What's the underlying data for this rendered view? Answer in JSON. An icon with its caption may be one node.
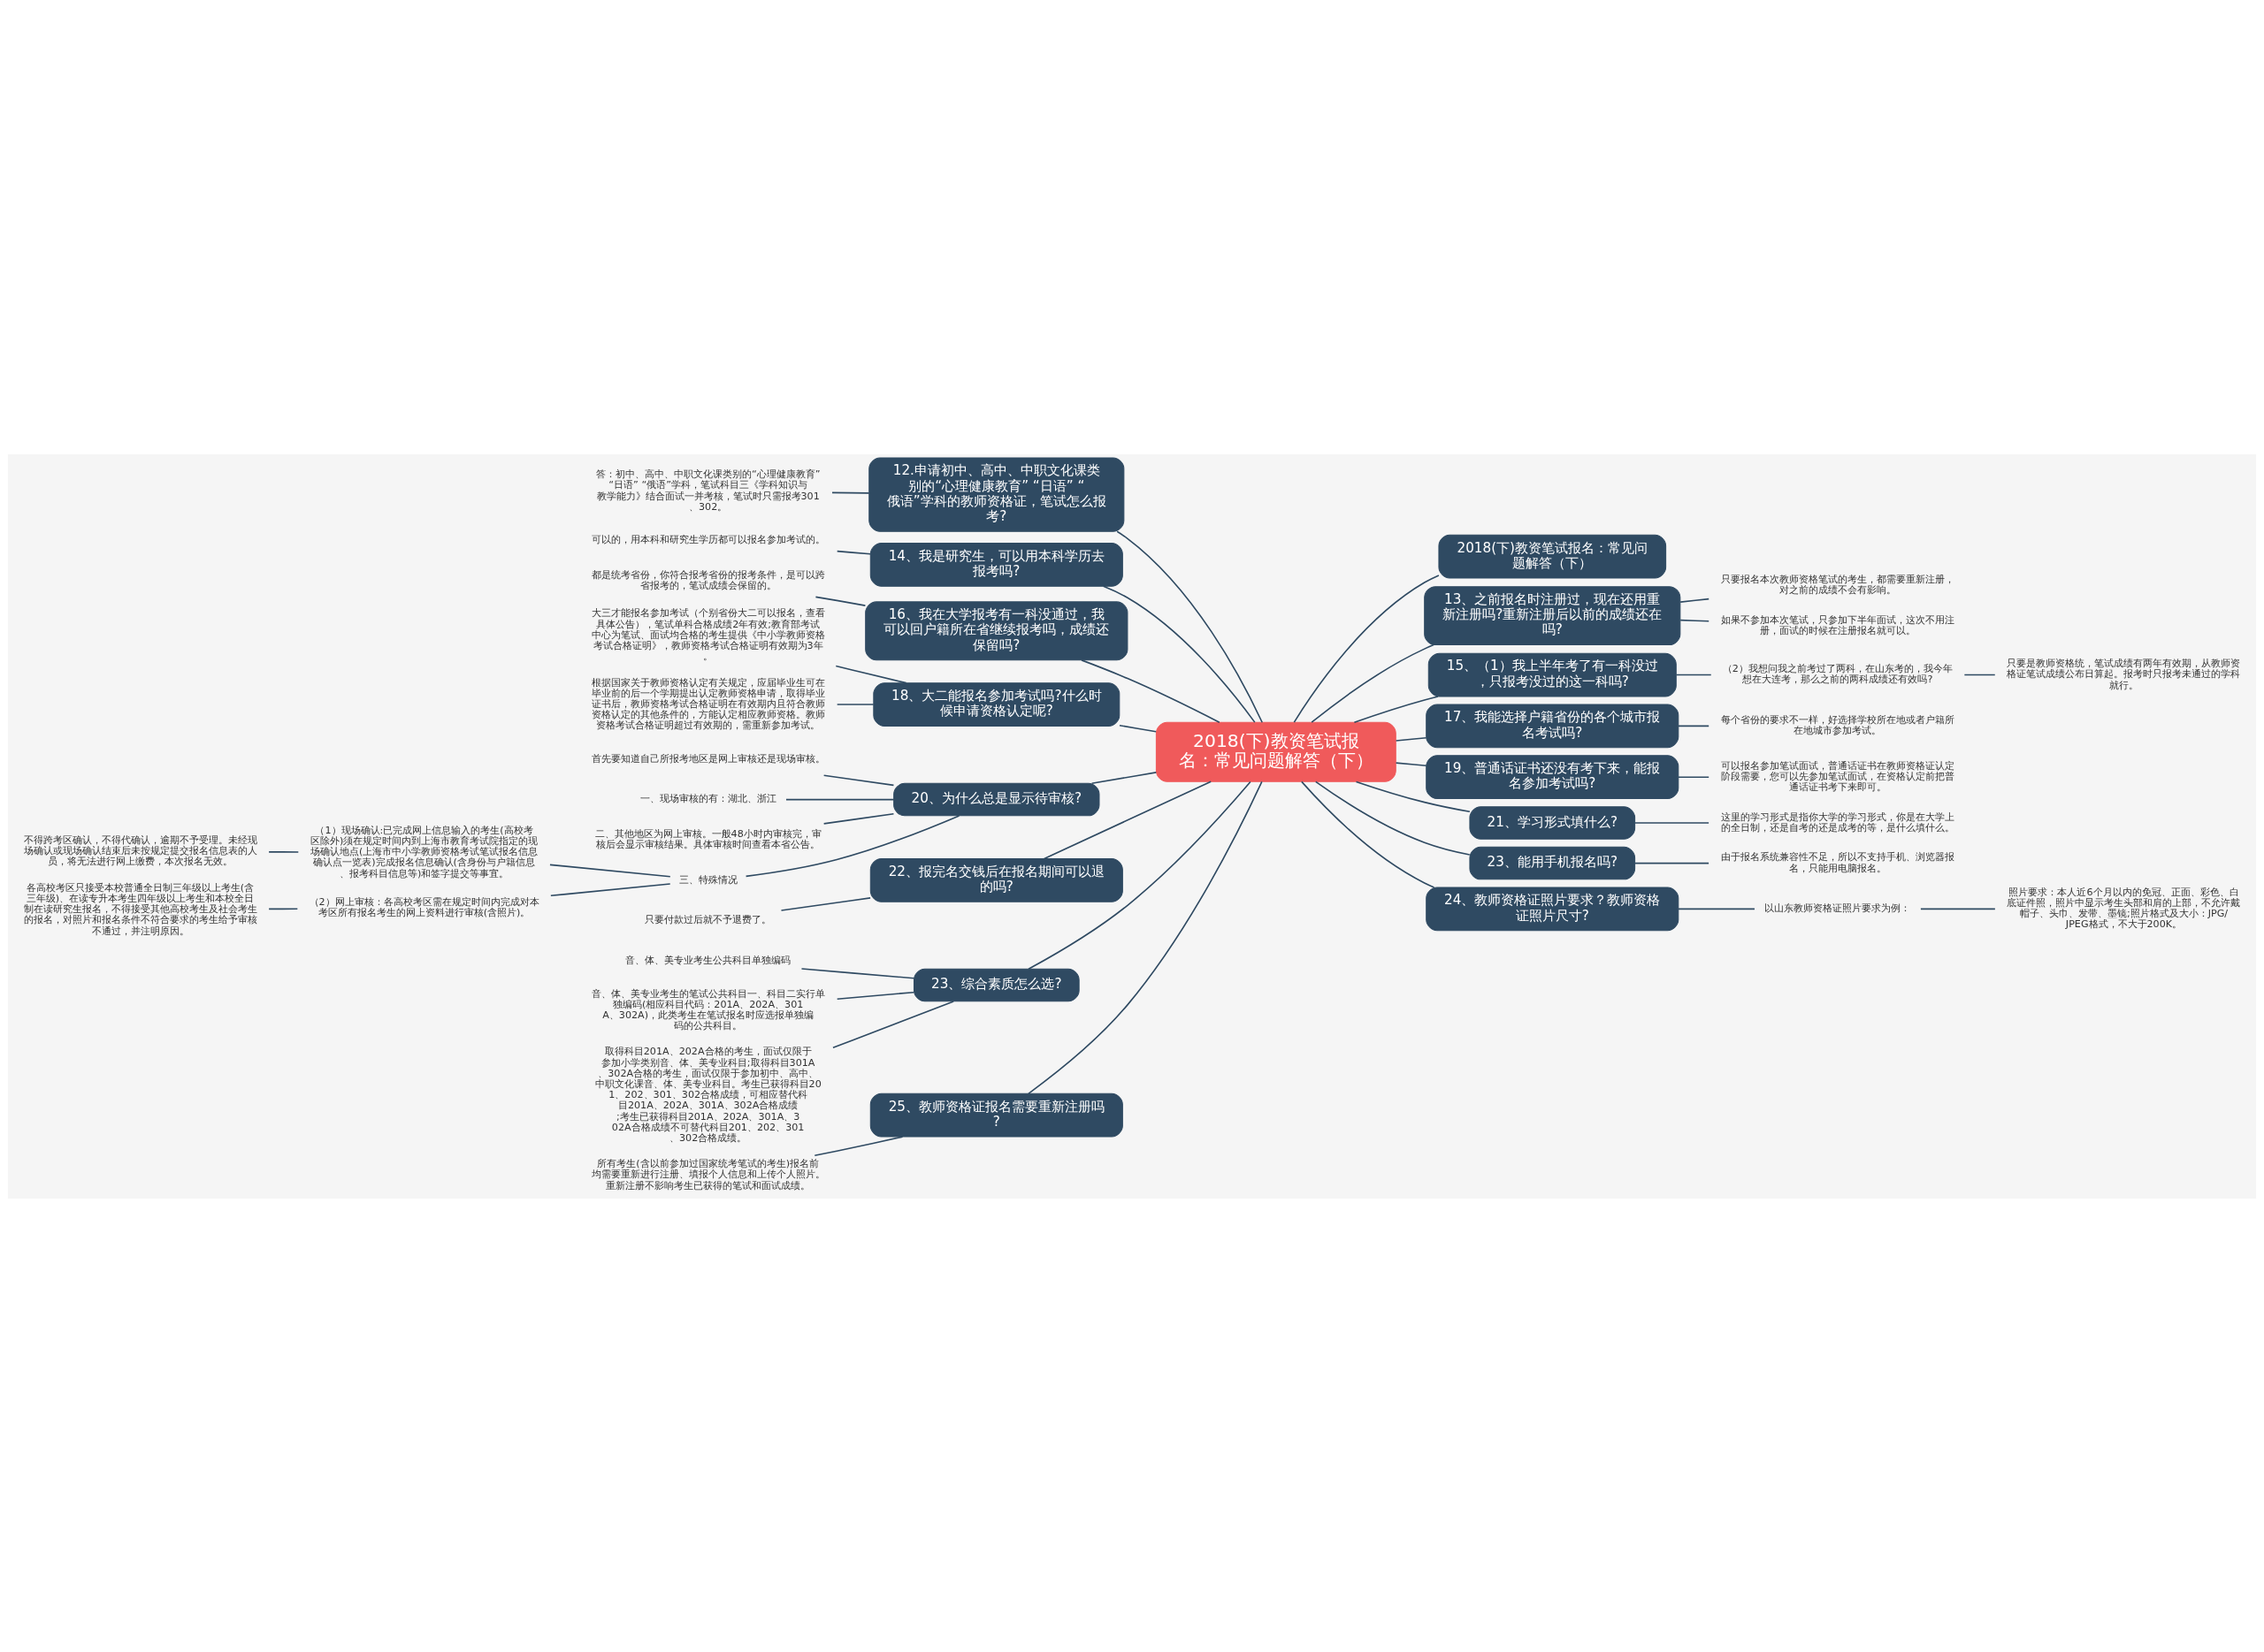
{
  "diagram": {
    "nodes": [
      {
        "text": [
          "2018(下)教资笔试报名：常见问题解答（下）"
        ]
      },
      {
        "text": [
          "12.申请初中、高中、中职文化课类别的“心理健康教育” “日语” “俄语”学科的教师资格证，笔试怎么报考?"
        ]
      },
      {
        "text": [
          "答：初中、高中、中职文化课类别的“心理健康教育” “日语” “俄语”学科，笔试科目三《学科知识与教学能力》结合面试一并考核，笔试时只需报考301、302。"
        ]
      },
      {
        "text": [
          "14、我是研究生，可以用本科学历去报考吗?"
        ]
      },
      {
        "text": [
          "可以的，用本科和研究生学历都可以报名参加考试的。"
        ]
      },
      {
        "text": [
          "16、我在大学报考有一科没通过，我可以回户籍所在省继续报考吗，成绩还保留吗?"
        ]
      },
      {
        "text": [
          "都是统考省份，你符合报考省份的报考条件，是可以跨省报考的，笔试成绩会保留的。"
        ]
      },
      {
        "text": [
          "18、大二能报名参加考试吗?什么时候申请资格认定呢?"
        ]
      },
      {
        "text": [
          "大三才能报名参加考试（个别省份大二可以报名，查看具体公告），笔试单科合格成绩2年有效;教育部考试中心为笔试、面试均合格的考生提供《中小学教师资格考试合格证明》，教师资格考试合格证明有效期为3年。"
        ]
      },
      {
        "text": [
          "根据国家关于教师资格认定有关规定，应届毕业生可在毕业前的后一个学期提出认定教师资格申请，取得毕业证书后，教师资格考试合格证明在有效期内且符合教师资格认定的其他条件的，方能认定相应教师资格。教师资格考试合格证明超过有效期的，需重新参加考试。"
        ]
      },
      {
        "text": [
          "20、为什么总是显示待审核?"
        ]
      },
      {
        "text": [
          "首先要知道自己所报考地区是网上审核还是现场审核。"
        ]
      },
      {
        "text": [
          "一、现场审核的有：湖北、浙江"
        ]
      },
      {
        "text": [
          "二、其他地区为网上审核。一般48小时内审核完，审核后会显示审核结果。具体审核时间查看本省公告。"
        ]
      },
      {
        "text": [
          "三、特殊情况"
        ]
      },
      {
        "text": [
          "（1）现场确认:已完成网上信息输入的考生(高校考区除外)须在规定时间内到上海市教育考试院指定的现场确认地点(上海市中小学教师资格考试笔试报名信息确认点一览表)完成报名信息确认(含身份与户籍信息、报考科目信息等)和签字提交等事宜。"
        ]
      },
      {
        "text": [
          "不得跨考区确认，不得代确认，逾期不予受理。未经现场确认或现场确认结束后未按规定提交报名信息表的人员，将无法进行网上缴费，本次报名无效。"
        ]
      },
      {
        "text": [
          "（2）网上审核：各高校考区需在规定时间内完成对本考区所有报名考生的网上资料进行审核(含照片)。"
        ]
      },
      {
        "text": [
          "各高校考区只接受本校普通全日制三年级以上考生(含三年级)、在读专升本考生四年级以上考生和本校全日制在读研究生报名，不得接受其他高校考生及社会考生的报名，对照片和报名条件不符合要求的考生给予审核不通过，并注明原因。"
        ]
      },
      {
        "text": [
          "22、报完名交钱后在报名期间可以退的吗?"
        ]
      },
      {
        "text": [
          "只要付款过后就不予退费了。"
        ]
      },
      {
        "text": [
          "23、综合素质怎么选?"
        ]
      },
      {
        "text": [
          "音、体、美专业考生公共科目单独编码"
        ]
      },
      {
        "text": [
          "音、体、美专业考生的笔试公共科目一、科目二实行单独编码(相应科目代码：201A、202A、301A、302A)，此类考生在笔试报名时应选报单独编码的公共科目。"
        ]
      },
      {
        "text": [
          "取得科目201A、202A合格的考生，面试仅限于参加小学类别音、体、美专业科目;取得科目301A、302A合格的考生，面试仅限于参加初中、高中、中职文化课音、体、美专业科目。考生已获得科目201、202、301、302合格成绩，可相应替代科目201A、202A、301A、302A合格成绩;考生已获得科目201A、202A、301A、302A合格成绩不可替代科目201、202、301、302合格成绩。"
        ]
      },
      {
        "text": [
          "25、教师资格证报名需要重新注册吗?"
        ]
      },
      {
        "text": [
          "所有考生(含以前参加过国家统考笔试的考生)报名前均需要重新进行注册、填报个人信息和上传个人照片。重新注册不影响考生已获得的笔试和面试成绩。"
        ]
      },
      {
        "text": [
          "2018(下)教资笔试报名：常见问题解答（下）"
        ]
      },
      {
        "text": [
          "13、之前报名时注册过，现在还用重新注册吗?重新注册后以前的成绩还在吗?"
        ]
      },
      {
        "text": [
          "只要报名本次教师资格笔试的考生，都需要重新注册，对之前的成绩不会有影响。"
        ]
      },
      {
        "text": [
          "如果不参加本次笔试，只参加下半年面试，这次不用注册，面试的时候在注册报名就可以。"
        ]
      },
      {
        "text": [
          "15、（1）我上半年考了有一科没过，只报考没过的这一科吗?"
        ]
      },
      {
        "text": [
          "（2）我想问我之前考过了两科，在山东考的，我今年想在大连考，那么之前的两科成绩还有效吗?"
        ]
      },
      {
        "text": [
          "只要是教师资格统，笔试成绩有两年有效期，从教师资格证笔试成绩公布日算起。报考时只报考未通过的学科就行。"
        ]
      },
      {
        "text": [
          "17、我能选择户籍省份的各个城市报名考试吗?"
        ]
      },
      {
        "text": [
          "每个省份的要求不一样，好选择学校所在地或者户籍所在地城市参加考试。"
        ]
      },
      {
        "text": [
          "19、普通话证书还没有考下来，能报名参加考试吗?"
        ]
      },
      {
        "text": [
          "可以报名参加笔试面试，普通话证书在教师资格证认定阶段需要，您可以先参加笔试面试，在资格认定前把普通话证书考下来即可。"
        ]
      },
      {
        "text": [
          "21、学习形式填什么?"
        ]
      },
      {
        "text": [
          "这里的学习形式是指你大学的学习形式，你是在大学上的全日制，还是自考的还是成考的等，是什么填什么。"
        ]
      },
      {
        "text": [
          "23、能用手机报名吗?"
        ]
      },
      {
        "text": [
          "由于报名系统兼容性不足，所以不支持手机、浏览器报名，只能用电脑报名。"
        ]
      },
      {
        "text": [
          "24、教师资格证照片要求？教师资格证照片尺寸?"
        ]
      },
      {
        "text": [
          "以山东教师资格证照片要求为例："
        ]
      },
      {
        "text": [
          "照片要求：本人近6个月以内的免冠、正面、彩色、白底证件照，照片中显示考生头部和肩的上部，不允许戴帽子、头巾、发带、墨镜;照片格式及大小：JPG/JPEG格式，不大于200K。"
        ]
      }
    ],
    "edges": [
      {
        "from": 0,
        "to": 1,
        "arrow": "none"
      },
      {
        "from": 1,
        "to": 2,
        "arrow": "none"
      },
      {
        "from": 0,
        "to": 3,
        "arrow": "none"
      },
      {
        "from": 3,
        "to": 4,
        "arrow": "none"
      },
      {
        "from": 0,
        "to": 5,
        "arrow": "none"
      },
      {
        "from": 5,
        "to": 6,
        "arrow": "none"
      },
      {
        "from": 0,
        "to": 7,
        "arrow": "none"
      },
      {
        "from": 7,
        "to": 8,
        "arrow": "none"
      },
      {
        "from": 7,
        "to": 9,
        "arrow": "none"
      },
      {
        "from": 0,
        "to": 10,
        "arrow": "none"
      },
      {
        "from": 10,
        "to": 11,
        "arrow": "none"
      },
      {
        "from": 10,
        "to": 12,
        "arrow": "none"
      },
      {
        "from": 10,
        "to": 13,
        "arrow": "none"
      },
      {
        "from": 10,
        "to": 14,
        "arrow": "none"
      },
      {
        "from": 14,
        "to": 15,
        "arrow": "none"
      },
      {
        "from": 15,
        "to": 16,
        "arrow": "none"
      },
      {
        "from": 14,
        "to": 17,
        "arrow": "none"
      },
      {
        "from": 17,
        "to": 18,
        "arrow": "none"
      },
      {
        "from": 0,
        "to": 19,
        "arrow": "none"
      },
      {
        "from": 19,
        "to": 20,
        "arrow": "none"
      },
      {
        "from": 0,
        "to": 21,
        "arrow": "none"
      },
      {
        "from": 21,
        "to": 22,
        "arrow": "none"
      },
      {
        "from": 21,
        "to": 23,
        "arrow": "none"
      },
      {
        "from": 21,
        "to": 24,
        "arrow": "none"
      },
      {
        "from": 0,
        "to": 25,
        "arrow": "none"
      },
      {
        "from": 25,
        "to": 26,
        "arrow": "none"
      },
      {
        "from": 0,
        "to": 27,
        "arrow": "none"
      },
      {
        "from": 0,
        "to": 28,
        "arrow": "none"
      },
      {
        "from": 28,
        "to": 29,
        "arrow": "none"
      },
      {
        "from": 28,
        "to": 30,
        "arrow": "none"
      },
      {
        "from": 0,
        "to": 31,
        "arrow": "none"
      },
      {
        "from": 31,
        "to": 32,
        "arrow": "none"
      },
      {
        "from": 32,
        "to": 33,
        "arrow": "none"
      },
      {
        "from": 0,
        "to": 34,
        "arrow": "none"
      },
      {
        "from": 34,
        "to": 35,
        "arrow": "none"
      },
      {
        "from": 0,
        "to": 36,
        "arrow": "none"
      },
      {
        "from": 36,
        "to": 37,
        "arrow": "none"
      },
      {
        "from": 0,
        "to": 38,
        "arrow": "none"
      },
      {
        "from": 38,
        "to": 39,
        "arrow": "none"
      },
      {
        "from": 0,
        "to": 40,
        "arrow": "none"
      },
      {
        "from": 40,
        "to": 41,
        "arrow": "none"
      },
      {
        "from": 0,
        "to": 42,
        "arrow": "none"
      },
      {
        "from": 42,
        "to": 43,
        "arrow": "none"
      },
      {
        "from": 43,
        "to": 44,
        "arrow": "none"
      }
    ]
  }
}
